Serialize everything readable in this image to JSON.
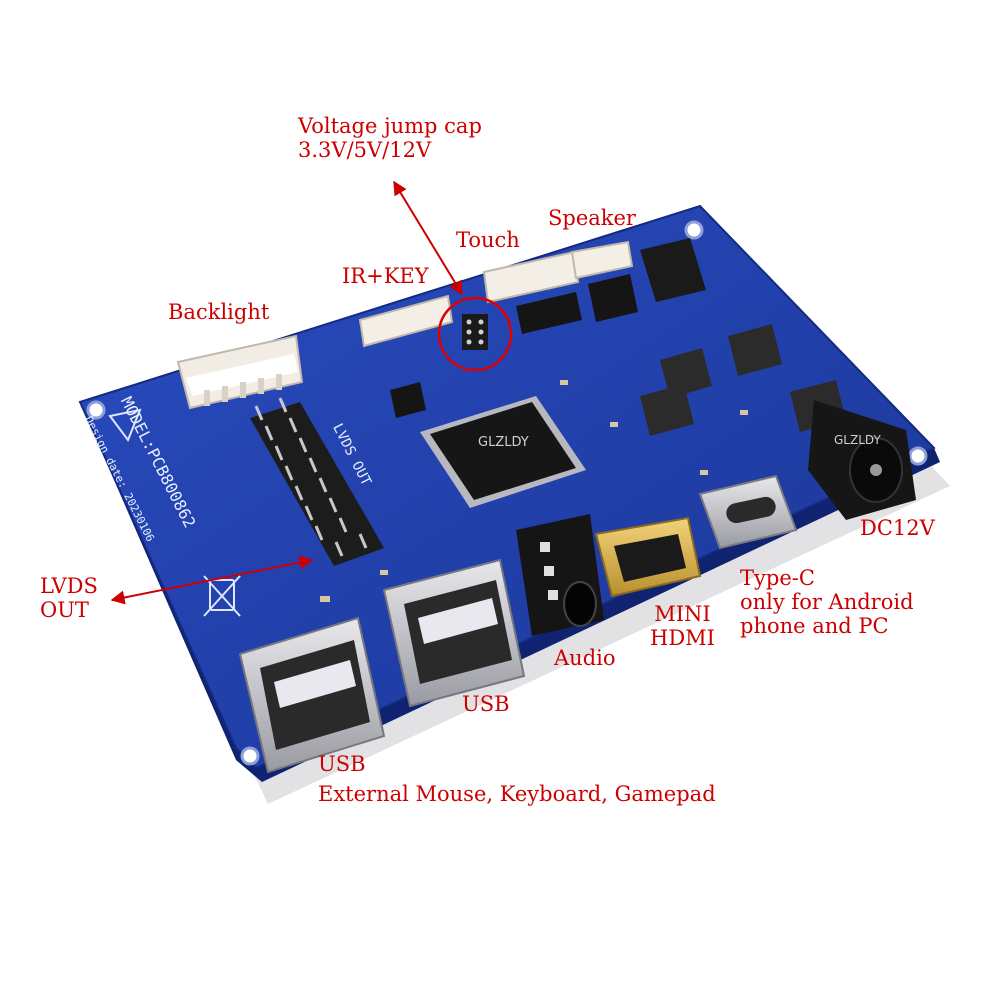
{
  "labels": {
    "voltage_jump_cap": [
      "Voltage jump cap",
      "3.3V/5V/12V"
    ],
    "touch": "Touch",
    "speaker": "Speaker",
    "ir_key": "IR+KEY",
    "backlight": "Backlight",
    "lvds_out": [
      "LVDS",
      "OUT"
    ],
    "dc12v": "DC12V",
    "type_c": [
      "Type-C",
      "only for Android",
      "phone and PC"
    ],
    "mini_hdmi": [
      "MINI",
      "HDMI"
    ],
    "audio": "Audio",
    "usb_center": "USB",
    "usb_left": [
      "USB",
      "External Mouse, Keyboard, Gamepad"
    ]
  },
  "board_print": {
    "model": "MODEL:PCB800862",
    "lvds_out": "LVDS OUT",
    "design_date": "Design date: 20230106",
    "watermark": "GLZLDY"
  },
  "colors": {
    "annotation": "#cc0000",
    "pcb": "#1e3fa8"
  }
}
